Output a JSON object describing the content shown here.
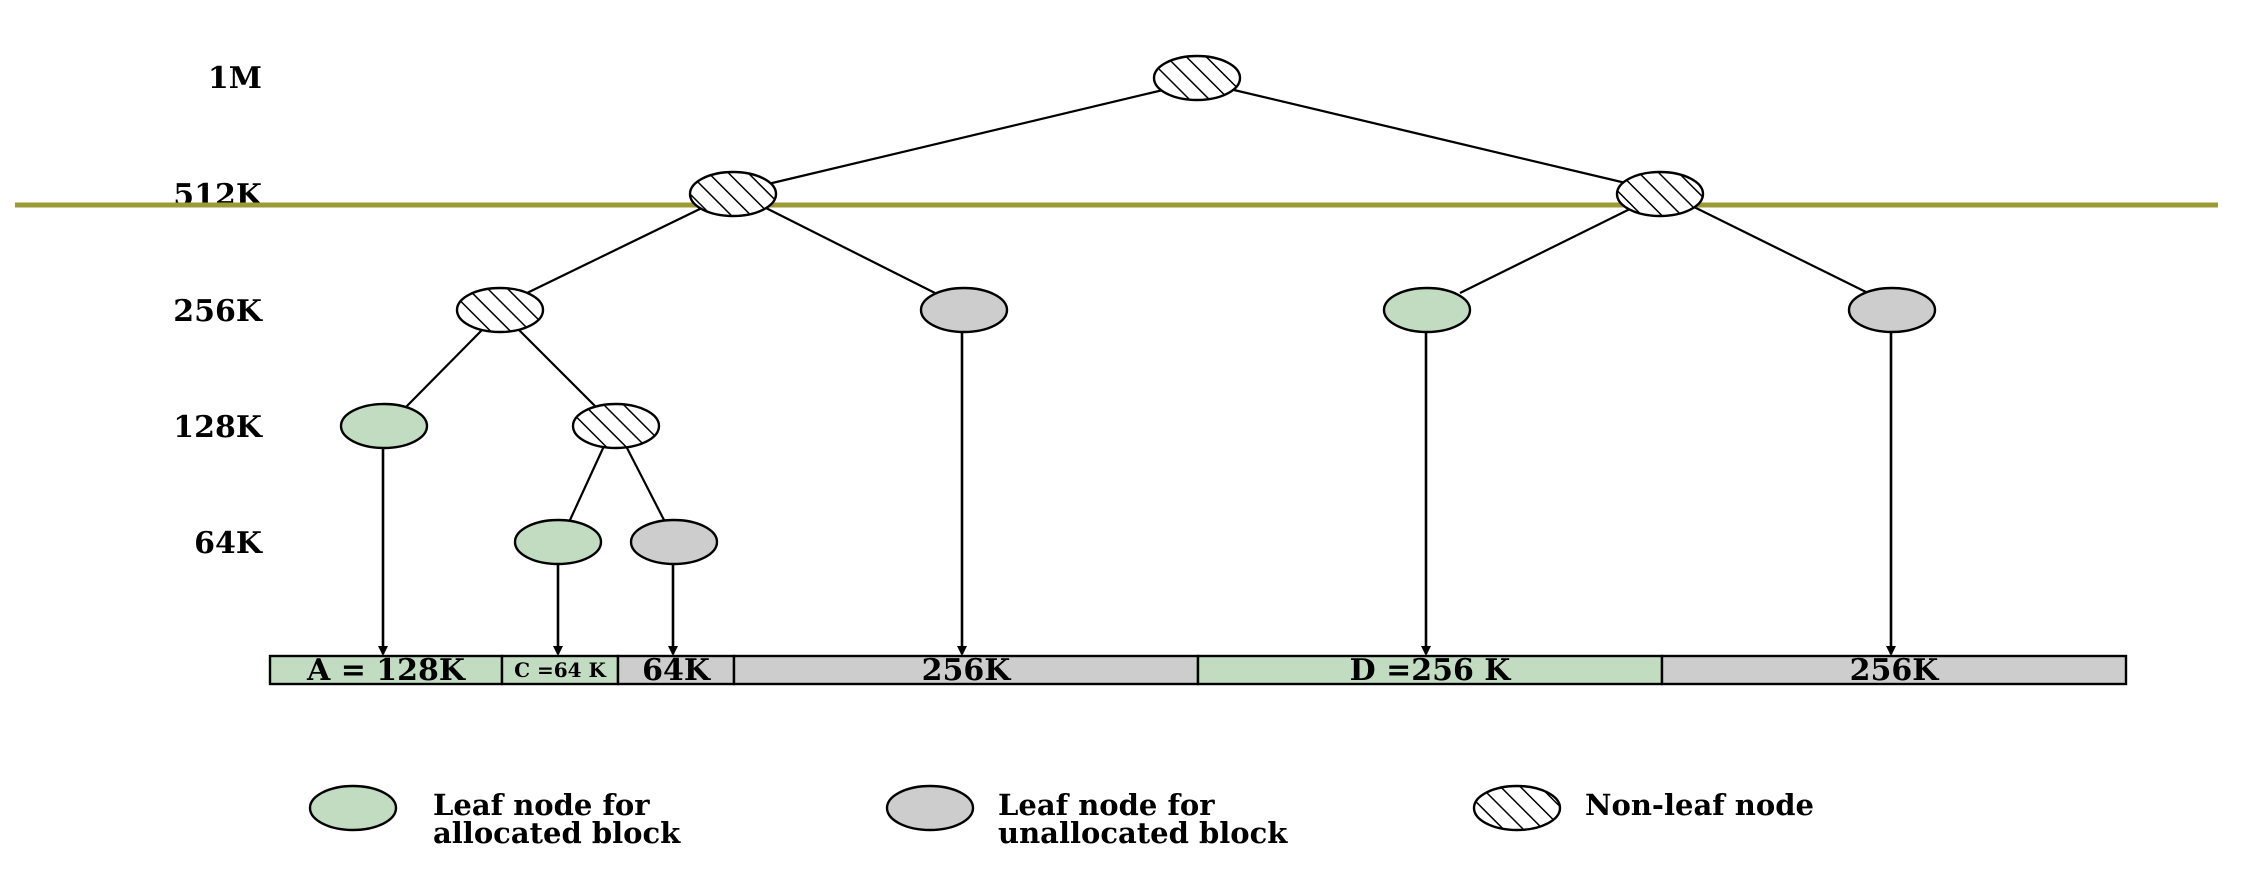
{
  "colors": {
    "allocated": "#c2dcc2",
    "unallocated": "#cdcdcd",
    "hatch_background": "#ffffff",
    "threshold_line": "#9c9a34"
  },
  "levels": [
    "1M",
    "512K",
    "256K",
    "128K",
    "64K"
  ],
  "tree": [
    {
      "id": "root",
      "level": 0,
      "kind": "nonleaf"
    },
    {
      "id": "l512",
      "level": 1,
      "kind": "nonleaf",
      "parent": "root"
    },
    {
      "id": "r512",
      "level": 1,
      "kind": "nonleaf",
      "parent": "root"
    },
    {
      "id": "ll256",
      "level": 2,
      "kind": "nonleaf",
      "parent": "l512"
    },
    {
      "id": "lr256",
      "level": 2,
      "kind": "unallocated",
      "parent": "l512"
    },
    {
      "id": "rl256",
      "level": 2,
      "kind": "allocated",
      "parent": "r512"
    },
    {
      "id": "rr256",
      "level": 2,
      "kind": "unallocated",
      "parent": "r512"
    },
    {
      "id": "a128",
      "level": 3,
      "kind": "allocated",
      "parent": "ll256"
    },
    {
      "id": "n128",
      "level": 3,
      "kind": "nonleaf",
      "parent": "ll256"
    },
    {
      "id": "c64",
      "level": 4,
      "kind": "allocated",
      "parent": "n128"
    },
    {
      "id": "u64",
      "level": 4,
      "kind": "unallocated",
      "parent": "n128"
    }
  ],
  "blocks": [
    {
      "label": "A = 128K",
      "size": 128,
      "kind": "allocated",
      "node": "a128"
    },
    {
      "label": "C =64 K",
      "size": 64,
      "kind": "allocated",
      "node": "c64",
      "small": true
    },
    {
      "label": "64K",
      "size": 64,
      "kind": "unallocated",
      "node": "u64"
    },
    {
      "label": "256K",
      "size": 256,
      "kind": "unallocated",
      "node": "lr256"
    },
    {
      "label": "D =256 K",
      "size": 256,
      "kind": "allocated",
      "node": "rl256"
    },
    {
      "label": "256K",
      "size": 256,
      "kind": "unallocated",
      "node": "rr256"
    }
  ],
  "legend": [
    {
      "kind": "allocated",
      "line1": "Leaf node for",
      "line2": "allocated block"
    },
    {
      "kind": "unallocated",
      "line1": "Leaf node for",
      "line2": "unallocated block"
    },
    {
      "kind": "nonleaf",
      "line1": "Non-leaf node",
      "line2": ""
    }
  ]
}
